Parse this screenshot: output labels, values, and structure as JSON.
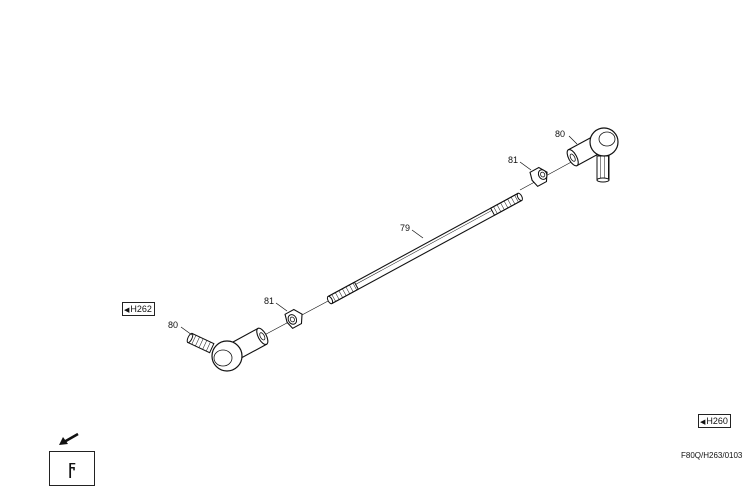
{
  "parts": [
    {
      "number": "79"
    },
    {
      "number": "80"
    },
    {
      "number": "81"
    }
  ],
  "callouts": {
    "rod": "79",
    "ball_joint_upper": "80",
    "nut_upper": "81",
    "ball_joint_lower": "80",
    "nut_lower": "81"
  },
  "refs": {
    "left": "H262",
    "right": "H260"
  },
  "drawing_code": "F80Q/H263/0103",
  "icons": {
    "reference_marker": "triangle-left-icon",
    "electrical_symbol": "lightning-bolt-icon",
    "direction": "arrow-down-left-icon"
  },
  "colors": {
    "line": "#111111",
    "background": "#ffffff"
  }
}
